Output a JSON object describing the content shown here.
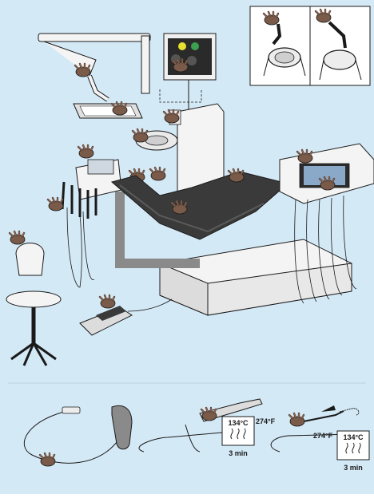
{
  "colors": {
    "background": "#d4e9f6",
    "panel": "#eaf4fb",
    "outline": "#1a1a1a",
    "unit_light": "#f4f4f4",
    "unit_mid": "#bcbcbc",
    "upholstery": "#3a3a3a",
    "glove": "#7a5a48",
    "arrow": "#1a1a1a"
  },
  "icons": {
    "hand": "gloved-hand-icon",
    "steam": "steam-waves-icon"
  },
  "labels": {
    "sterilize_1": {
      "temp_c": "134°C",
      "temp_f": "274°F",
      "duration": "3 min"
    },
    "sterilize_2": {
      "temp_c": "134°C",
      "temp_f": "274°F",
      "duration": "3 min"
    }
  }
}
